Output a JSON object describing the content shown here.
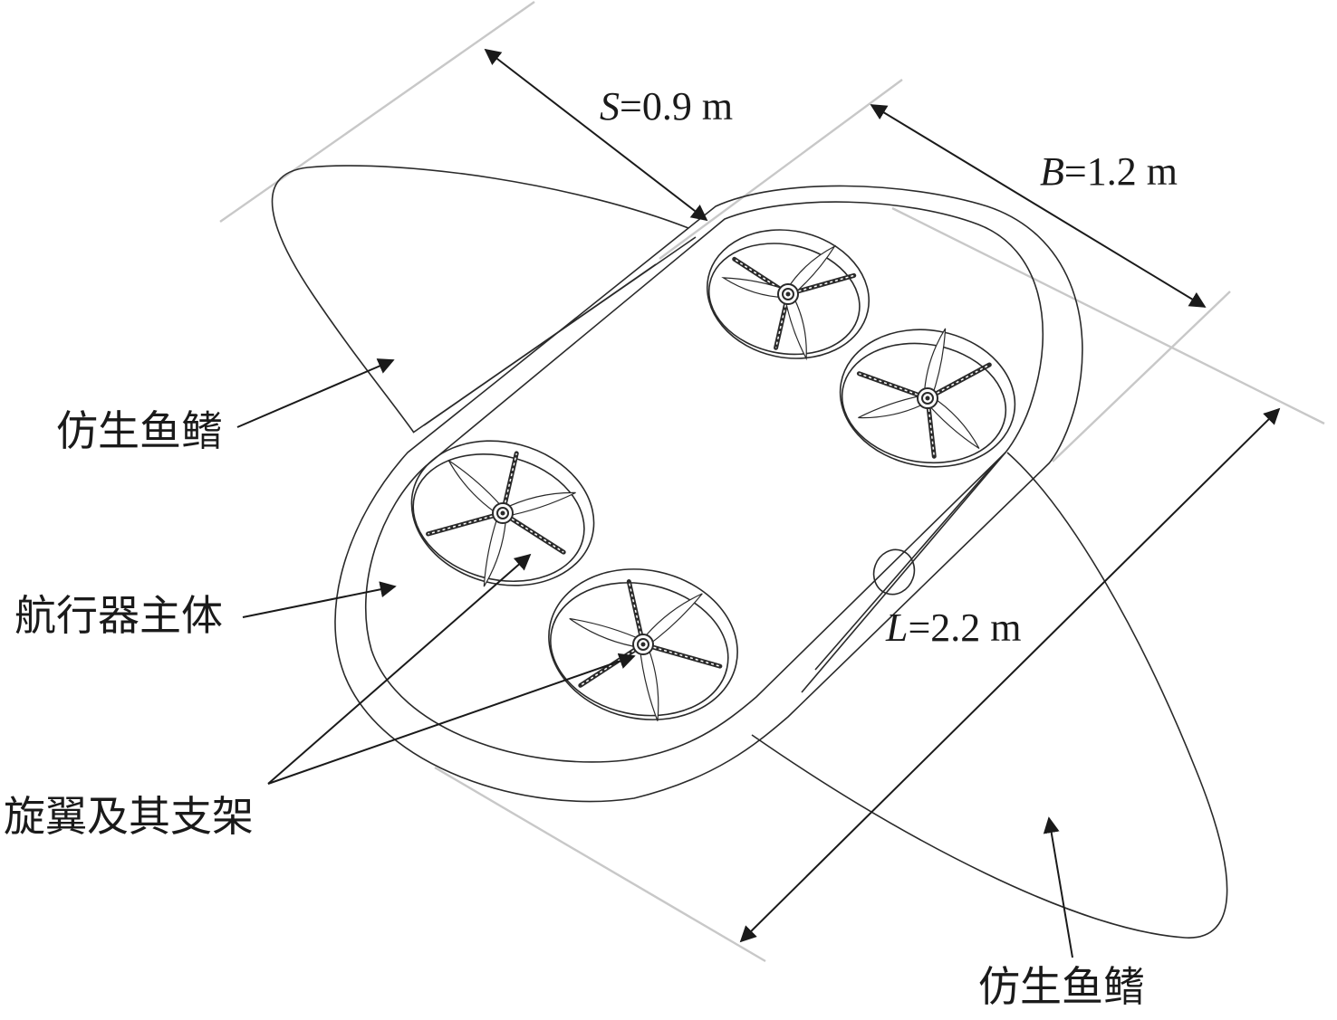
{
  "labels": {
    "fin_upper": "仿生鱼鳍",
    "fin_lower": "仿生鱼鳍",
    "main_body": "航行器主体",
    "rotor_frame": "旋翼及其支架"
  },
  "dimensions": {
    "span": {
      "symbol": "S",
      "value": "=0.9 m"
    },
    "breadth": {
      "symbol": "B",
      "value": "=1.2 m"
    },
    "length": {
      "symbol": "L",
      "value": "=2.2 m"
    }
  },
  "rotors": [
    {
      "id": "rotor-top"
    },
    {
      "id": "rotor-right"
    },
    {
      "id": "rotor-left"
    },
    {
      "id": "rotor-bottom"
    }
  ]
}
